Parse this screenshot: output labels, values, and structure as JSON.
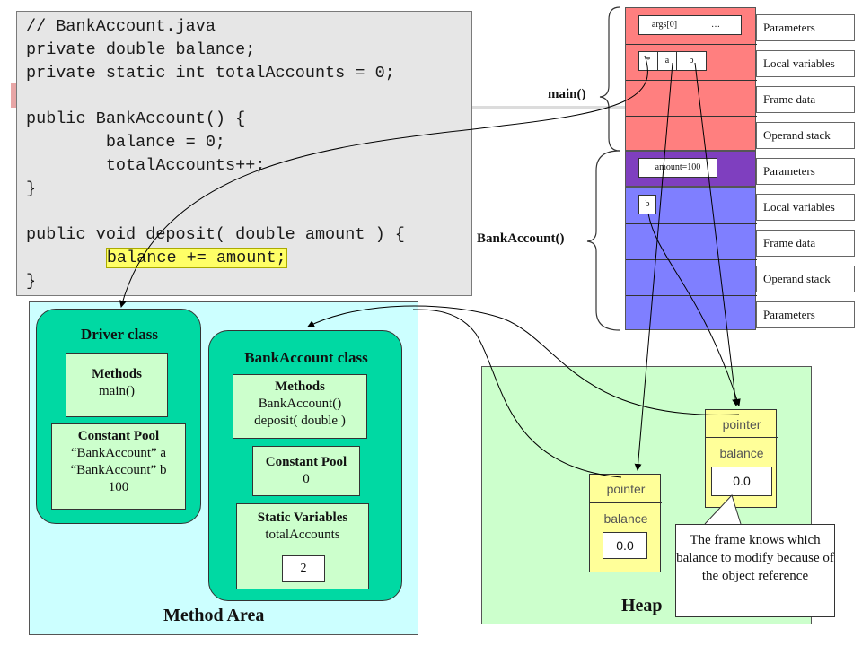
{
  "code": {
    "lines": [
      "// BankAccount.java",
      "private double balance;",
      "private static int totalAccounts = 0;",
      "",
      "public BankAccount() {",
      "        balance = 0;",
      "        totalAccounts++;",
      "}",
      "",
      "public void deposit( double amount ) {",
      "",
      "}"
    ],
    "highlight_indent": "        ",
    "highlight_text": "balance += amount;"
  },
  "method_area": {
    "title": "Method Area",
    "driver": {
      "title": "Driver class",
      "methods_heading": "Methods",
      "methods": [
        "main()"
      ],
      "pool_heading": "Constant Pool",
      "pool": [
        "“BankAccount” a",
        "“BankAccount” b",
        "100"
      ]
    },
    "bankaccount": {
      "title": "BankAccount class",
      "methods_heading": "Methods",
      "methods": [
        "BankAccount()",
        "deposit( double )"
      ],
      "pool_heading": "Constant Pool",
      "pool": [
        "0"
      ],
      "static_heading": "Static Variables",
      "static_name": "totalAccounts",
      "static_value": "2"
    }
  },
  "heap": {
    "title": "Heap",
    "object_a": {
      "pointer": "pointer",
      "field": "balance",
      "value": "0.0"
    },
    "object_b": {
      "pointer": "pointer",
      "field": "balance",
      "value": "0.0"
    },
    "callout": "The frame knows which balance to modify because of the object reference"
  },
  "stack": {
    "main_label": "main()",
    "ba_label": "BankAccount()",
    "main_params": [
      "args[0]",
      "…"
    ],
    "main_locals": [
      "*",
      "a",
      "b"
    ],
    "ba_param": "amount=100",
    "ba_local": "b",
    "section_labels": [
      "Parameters",
      "Local variables",
      "Frame data",
      "Operand stack",
      "Parameters",
      "Local variables",
      "Frame data",
      "Operand stack",
      "Parameters"
    ]
  },
  "colors": {
    "main_frame": "#ff7f7f",
    "ba_param_frame": "#7f3fbf",
    "ba_frame": "#7f7fff",
    "method_area": "#ccffff",
    "class_box": "#00d9a3",
    "heap": "#ccffcc",
    "object": "#ffff99",
    "highlight": "#ffff66"
  }
}
